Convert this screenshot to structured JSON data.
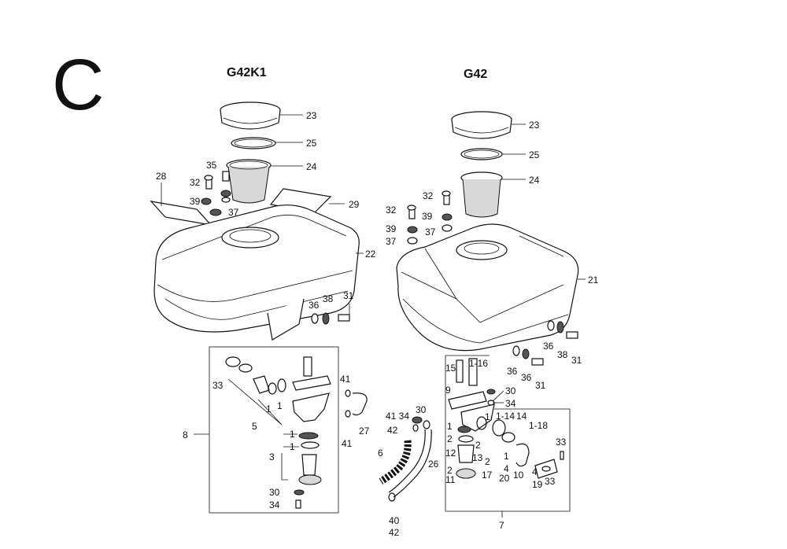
{
  "section": "C",
  "models": {
    "left": "G42K1",
    "right": "G42"
  },
  "left_labels": {
    "cap": "23",
    "gasket": "25",
    "strainer": "24",
    "bolt_upper": "35",
    "bolt": "32",
    "washer": "39",
    "washer2": "37",
    "tape_left": "28",
    "tape_right": "29",
    "tank": "22",
    "bolt_side": "31",
    "washer_side": "38",
    "washer_side2": "36",
    "cock_assy": "8",
    "screw_top": "33",
    "packing": "5",
    "ring1": "1",
    "ring2": "1",
    "ring3": "1",
    "ring4": "1",
    "cup_group": "3",
    "screw_bottom": "30",
    "screw_bottom2": "34",
    "clip_top": "41",
    "clip_bottom": "41",
    "tube": "27"
  },
  "right_labels": {
    "cap": "23",
    "gasket": "25",
    "strainer": "24",
    "bolt_a": "32",
    "bolt_b": "32",
    "washer_a": "39",
    "washer_b": "39",
    "washer_c": "37",
    "washer_d": "37",
    "tank": "21",
    "washer_e": "36",
    "washer_f": "38",
    "bolt_e": "31",
    "washer_g": "36",
    "washer_h": "36",
    "bolt_f": "31",
    "lever_15": "15",
    "lever_116": "1-16",
    "label_9": "9",
    "label_30": "30",
    "label_34": "34",
    "label_1_14": "1-14",
    "label_14": "14",
    "label_1_18": "1-18",
    "label_30b": "30",
    "label_41_34": "41 34",
    "label_42": "42",
    "label_1": "1",
    "label_2": "2",
    "label_2b": "2",
    "label_12": "12",
    "label_13": "13",
    "label_2c": "2",
    "label_17": "17",
    "label_11": "11",
    "label_2d": "2",
    "label_1b": "1",
    "label_4": "4",
    "label_20": "20",
    "label_10": "10",
    "label_4b": "4",
    "label_19": "19",
    "label_33": "33",
    "label_33b": "33",
    "label_6": "6",
    "label_26": "26",
    "label_40": "40",
    "label_42b": "42",
    "label_7": "7",
    "label_1c": "1"
  }
}
